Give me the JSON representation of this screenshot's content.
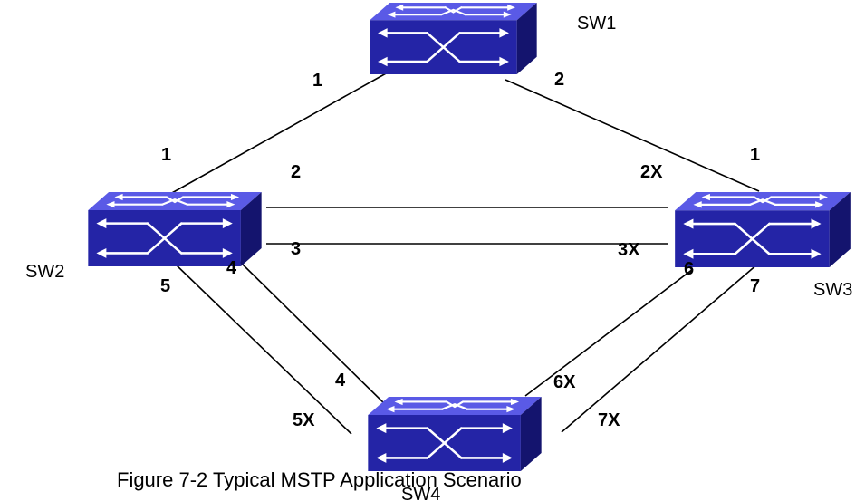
{
  "switches": {
    "sw1": {
      "label": "SW1"
    },
    "sw2": {
      "label": "SW2"
    },
    "sw3": {
      "label": "SW3"
    },
    "sw4": {
      "label": "SW4"
    }
  },
  "ports": {
    "sw1_p1": "1",
    "sw1_p2": "2",
    "sw2_p1": "1",
    "sw2_p2": "2",
    "sw2_p3": "3",
    "sw2_p4": "4",
    "sw2_p5": "5",
    "sw3_p1": "1",
    "sw3_p2x": "2X",
    "sw3_p3x": "3X",
    "sw3_p6": "6",
    "sw3_p7": "7",
    "sw4_p4": "4",
    "sw4_p5x": "5X",
    "sw4_p6x": "6X",
    "sw4_p7x": "7X"
  },
  "caption": "Figure 7-2 Typical MSTP Application Scenario",
  "colors": {
    "switch_top": "#5a5ae6",
    "switch_front": "#2424a6",
    "switch_side": "#14146e",
    "arrow": "#ffffff"
  }
}
